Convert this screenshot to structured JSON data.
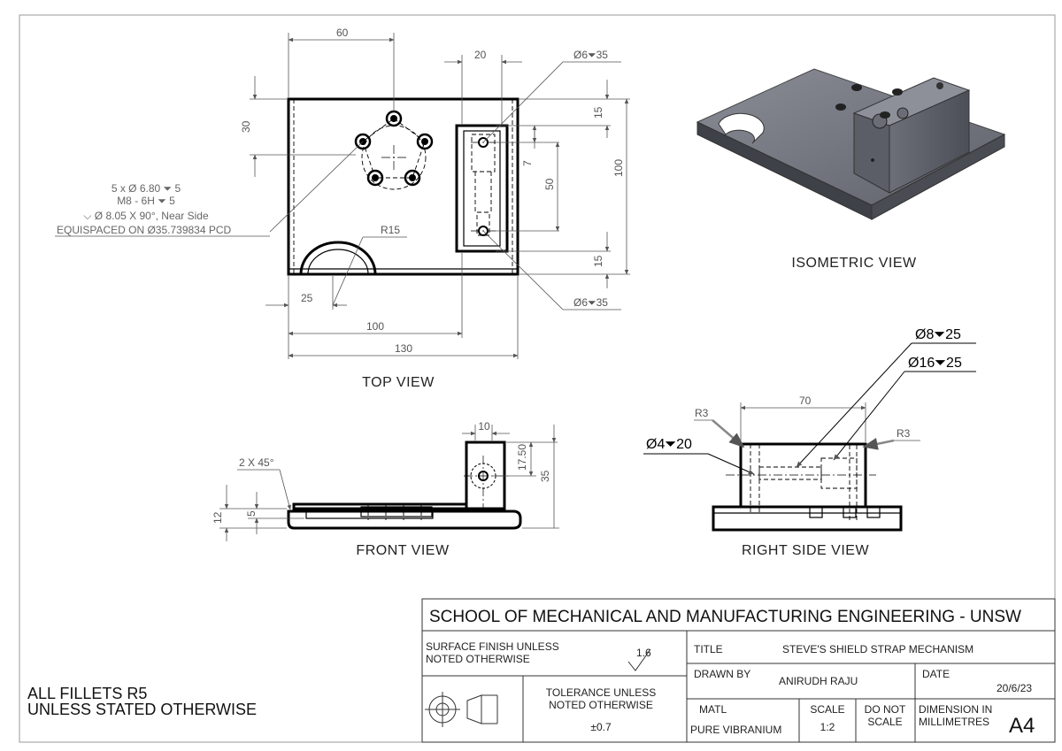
{
  "views": {
    "top": "TOP VIEW",
    "isometric": "ISOMETRIC VIEW",
    "front": "FRONT VIEW",
    "right_side": "RIGHT SIDE VIEW"
  },
  "top_dims": {
    "d60": "60",
    "d20": "20",
    "d30": "30",
    "d15a": "15",
    "d100v": "100",
    "d7": "7",
    "d50": "50",
    "d15b": "15",
    "d25": "25",
    "d100": "100",
    "d130": "130",
    "r15": "R15",
    "hole_top": "Ø6⏷35",
    "hole_bottom": "Ø6⏷35"
  },
  "hole_note": [
    "5 x Ø 6.80 ⏷ 5",
    "M8 - 6H ⏷ 5",
    "⌵ Ø 8.05 X 90°, Near Side",
    "EQUISPACED ON Ø35.739834 PCD"
  ],
  "front_dims": {
    "chamfer": "2 X 45°",
    "d10": "10",
    "d17_50": "17.50",
    "d35": "35",
    "d12": "12",
    "d5": "5"
  },
  "right_dims": {
    "d70": "70",
    "r3a": "R3",
    "r3b": "R3",
    "hole4": "Ø4⏷20",
    "hole8": "Ø8⏷25",
    "hole16": "Ø16⏷25"
  },
  "general_note": [
    "ALL FILLETS R5",
    "UNLESS STATED OTHERWISE"
  ],
  "title_block": {
    "school": "SCHOOL OF MECHANICAL AND MANUFACTURING ENGINEERING - UNSW",
    "surface_finish_label": [
      "SURFACE FINISH UNLESS",
      "NOTED OTHERWISE"
    ],
    "surface_finish_value": "1.6",
    "title_label": "TITLE",
    "title_value": "STEVE'S SHIELD STRAP MECHANISM",
    "drawn_by_label": "DRAWN BY",
    "drawn_by_value": "ANIRUDH RAJU",
    "date_label": "DATE",
    "date_value": "20/6/23",
    "tolerance_label": [
      "TOLERANCE UNLESS",
      "NOTED OTHERWISE"
    ],
    "tolerance_value": "±0.7",
    "matl_label": "MATL",
    "matl_value": "PURE VIBRANIUM",
    "scale_label": "SCALE",
    "scale_value": "1:2",
    "do_not_scale": [
      "DO NOT",
      "SCALE"
    ],
    "dimension_in": [
      "DIMENSION IN",
      "MILLIMETRES"
    ],
    "sheet_size": "A4"
  }
}
